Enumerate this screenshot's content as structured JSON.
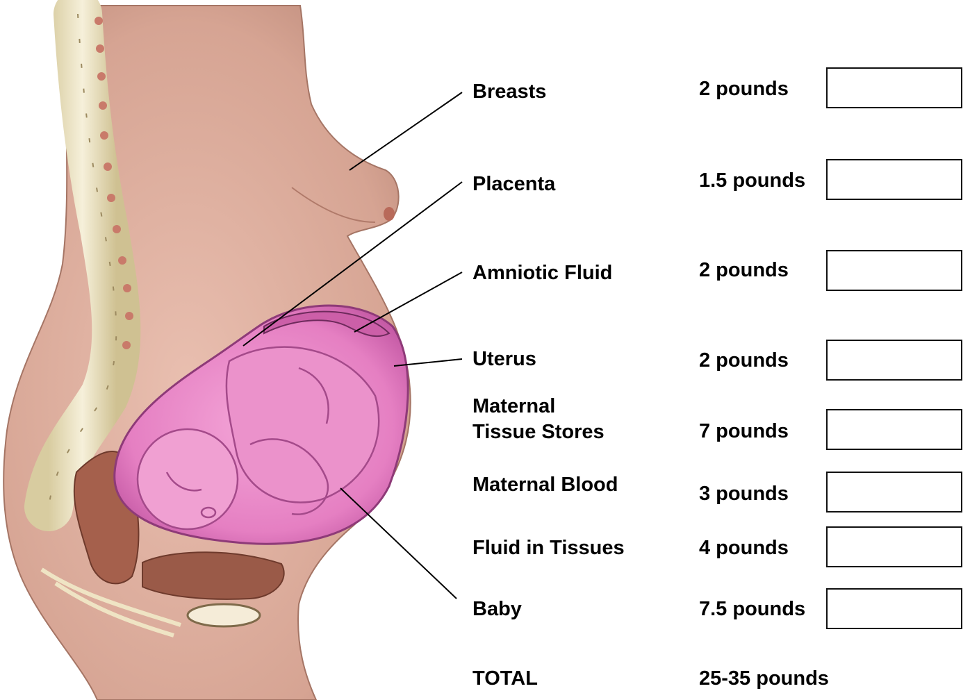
{
  "diagram": {
    "components": [
      {
        "label": "Breasts",
        "weight": "2 pounds"
      },
      {
        "label": "Placenta",
        "weight": "1.5 pounds"
      },
      {
        "label": "Amniotic Fluid",
        "weight": "2 pounds"
      },
      {
        "label": "Uterus",
        "weight": "2 pounds"
      },
      {
        "label": "Maternal",
        "label_line2": "Tissue Stores",
        "weight": "7 pounds"
      },
      {
        "label": "Maternal Blood",
        "weight": "3 pounds"
      },
      {
        "label": "Fluid in Tissues",
        "weight": "4 pounds"
      },
      {
        "label": "Baby",
        "weight": "7.5 pounds"
      }
    ],
    "total": {
      "label": "TOTAL",
      "weight": "25-35  pounds"
    }
  },
  "colors": {
    "skin": "#d8a898",
    "skin_shadow": "#b98878",
    "uterus": "#e878c0",
    "uterus_dark": "#c050a0",
    "spine": "#efe6c8",
    "spine_outline": "#9c8a60",
    "organ": "#9a5a48"
  }
}
